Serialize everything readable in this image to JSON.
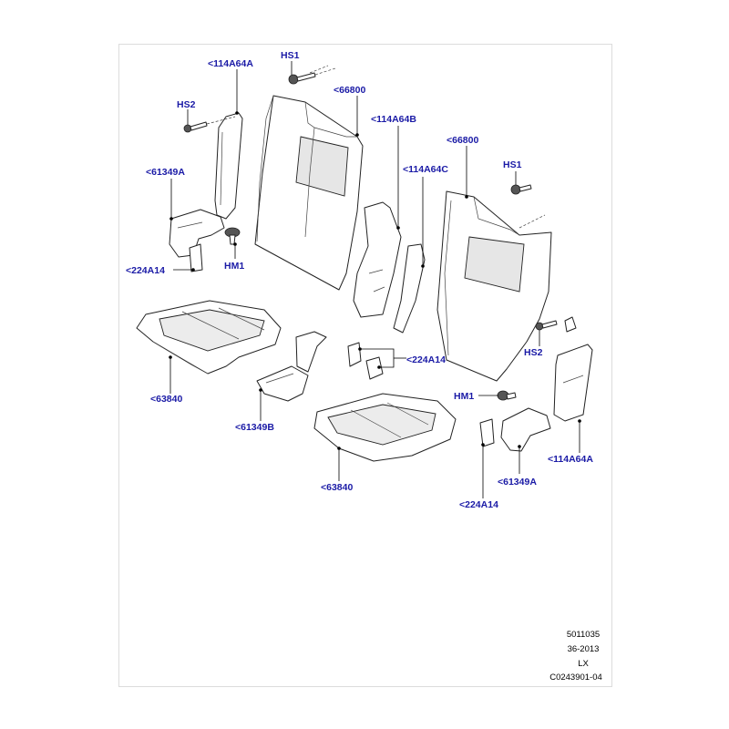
{
  "callouts": {
    "hs1_top": "HS1",
    "p114a64a_top": "<114A64A",
    "hs2_left": "HS2",
    "p66800_left": "<66800",
    "p114a64b": "<114A64B",
    "p61349a_left": "<61349A",
    "p114a64c": "<114A64C",
    "p66800_right": "<66800",
    "hs1_right": "HS1",
    "hm1_left": "HM1",
    "p224a14_left": "<224A14",
    "p224a14_center": "<224A14",
    "hs2_right": "HS2",
    "p63840_left": "<63840",
    "hm1_right": "HM1",
    "p61349b": "<61349B",
    "p114a64a_bottom": "<114A64A",
    "p61349a_bottom": "<61349A",
    "p63840_bottom": "<63840",
    "p224a14_bottom": "<224A14"
  },
  "reference_block": {
    "line1": "5011035",
    "line2": "36-2013",
    "line3": "LX",
    "line4": "C0243901-04"
  }
}
